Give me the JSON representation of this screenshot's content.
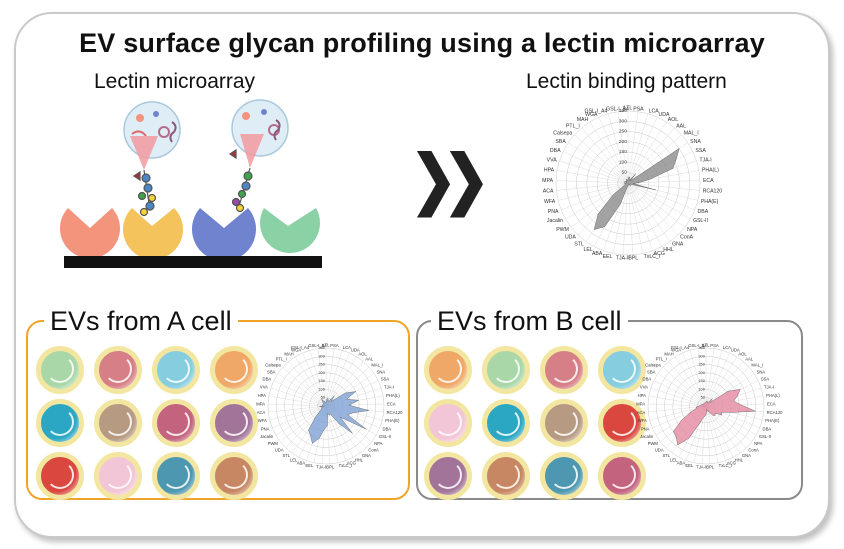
{
  "title": "EV surface glycan profiling using a lectin microarray",
  "left_label": "Lectin microarray",
  "right_label": "Lectin binding pattern",
  "arrow_glyph": "❯❯",
  "panel_a_title": "EVs from A cell",
  "panel_b_title": "EVs from B cell",
  "colors": {
    "frame": "#c9c9c9",
    "panel_a_border": "#f0a42a",
    "panel_b_border": "#8a8a8a",
    "radar_gray": "#8c8c8c",
    "radar_blue": "#7fa3d6",
    "radar_pink": "#e38aa0",
    "lectin_salmon": "#f2957c",
    "lectin_yellow": "#f5c35c",
    "lectin_blue": "#6f83cf",
    "lectin_green": "#8ad1a6"
  },
  "ev_colors_a": [
    "#a9d7a8",
    "#d77f86",
    "#86cde0",
    "#f0a868",
    "#2ba7c4",
    "#b69a82",
    "#c3637d",
    "#a2749a",
    "#d9473e",
    "#f2c6d6",
    "#4d97b0",
    "#c78762"
  ],
  "ev_colors_b": [
    "#f0a868",
    "#a9d7a8",
    "#d77f86",
    "#86cde0",
    "#f2c6d6",
    "#2ba7c4",
    "#b69a82",
    "#d9473e",
    "#a2749a",
    "#c78762",
    "#4d97b0",
    "#c3637d"
  ],
  "chart_data": [
    {
      "type": "radar",
      "axis_ticks": [
        "0",
        "50",
        "100",
        "150",
        "200",
        "250",
        "300",
        "350"
      ],
      "categories": [
        "LTL",
        "PSA",
        "LCA",
        "UDA",
        "AOL",
        "AAL",
        "MAL_I",
        "SNA",
        "SSA",
        "TJA-I",
        "PHA(L)",
        "ECA",
        "RCA120",
        "PHA(E)",
        "DBA",
        "GSL-II",
        "NPA",
        "ConA",
        "GNA",
        "HHL",
        "ACG",
        "TxLC_I",
        "BPL",
        "TJA-II",
        "EEL",
        "ABA",
        "LEL",
        "STL",
        "UDA",
        "PWM",
        "Jacalin",
        "PNA",
        "WFA",
        "ACA",
        "MPA",
        "HPA",
        "VVA",
        "DBA",
        "SBA",
        "Calsepa",
        "PTL_I",
        "MAH",
        "WGA",
        "GSL-I_A4",
        "GSL-I_B4"
      ],
      "series": [
        {
          "values": [
            20,
            30,
            30,
            15,
            20,
            60,
            15,
            300,
            260,
            230,
            110,
            55,
            25,
            140,
            20,
            10,
            10,
            20,
            10,
            10,
            10,
            10,
            10,
            15,
            25,
            110,
            240,
            280,
            210,
            90,
            15,
            15,
            15,
            15,
            10,
            10,
            10,
            10,
            10,
            10,
            10,
            15,
            20,
            10,
            15
          ]
        },
        {
          "values": [
            20,
            45,
            45,
            30,
            40,
            80,
            40,
            140,
            200,
            130,
            200,
            140,
            260,
            170,
            140,
            280,
            110,
            230,
            130,
            55,
            60,
            45,
            120,
            140,
            200,
            240,
            200,
            180,
            90,
            40,
            30,
            30,
            20,
            40,
            20,
            20,
            20,
            20,
            20,
            20,
            30,
            50,
            30,
            30,
            20
          ]
        },
        {
          "values": [
            20,
            30,
            30,
            25,
            20,
            60,
            30,
            160,
            230,
            200,
            170,
            210,
            300,
            160,
            100,
            110,
            70,
            80,
            70,
            40,
            35,
            20,
            40,
            60,
            70,
            110,
            220,
            290,
            260,
            250,
            170,
            100,
            60,
            60,
            40,
            30,
            30,
            20,
            20,
            20,
            20,
            20,
            20,
            20,
            20
          ]
        }
      ]
    }
  ]
}
